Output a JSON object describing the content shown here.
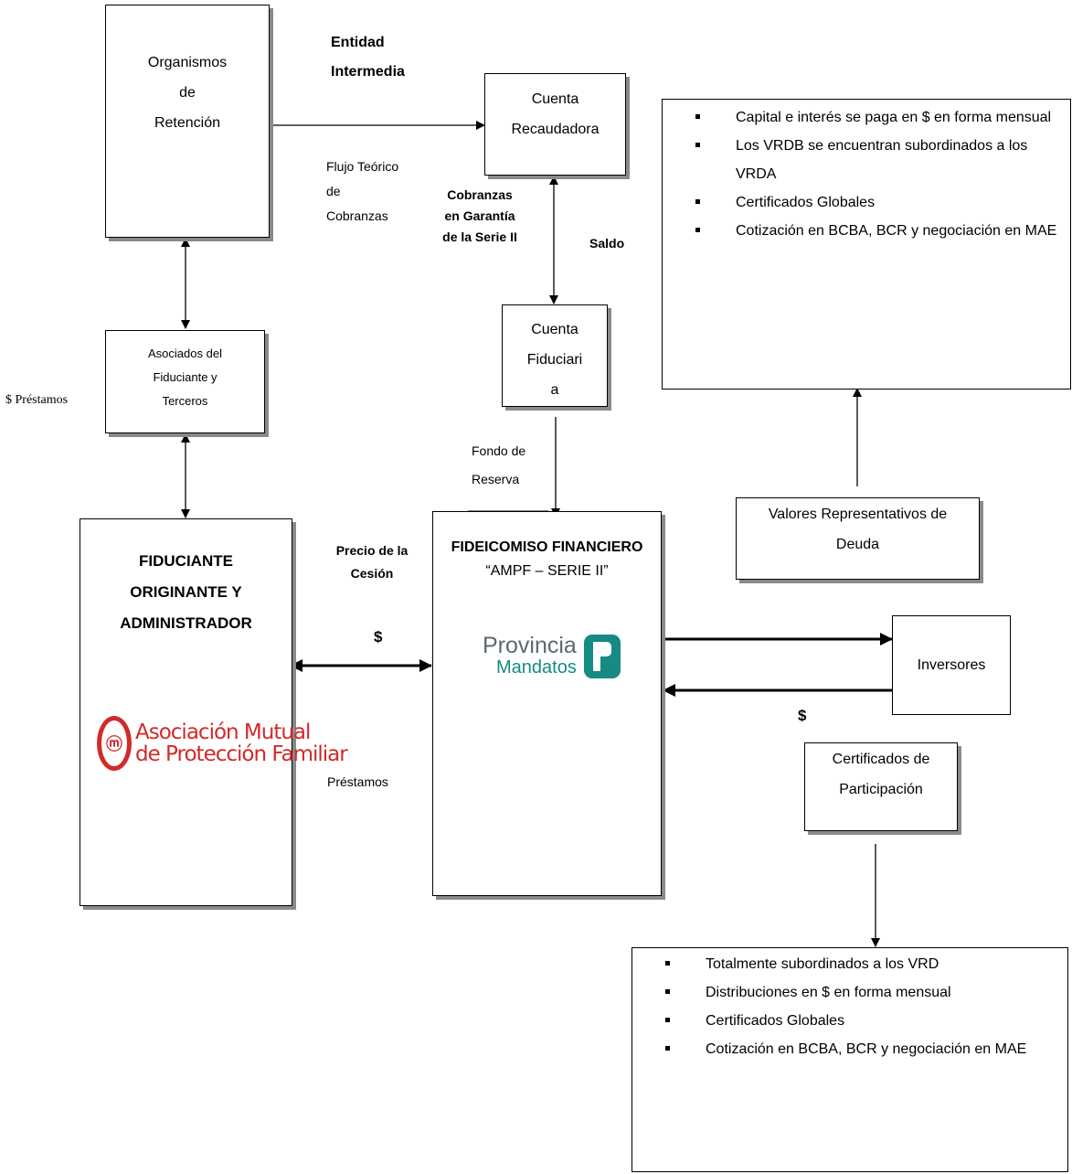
{
  "boxes": {
    "organismos": [
      "Organismos",
      "de",
      "Retención"
    ],
    "cuenta_recaudadora": [
      "Cuenta",
      "Recaudadora"
    ],
    "asociados": [
      "Asociados del",
      "Fiduciante y",
      "Terceros"
    ],
    "cuenta_fiduciaria": [
      "Cuenta",
      "Fiduciari",
      "a"
    ],
    "fiduciante": [
      "FIDUCIANTE",
      "ORIGINANTE Y",
      "ADMINISTRADOR"
    ],
    "fideicomiso_title": "FIDEICOMISO FINANCIERO",
    "fideicomiso_subtitle": "“AMPF – SERIE II”",
    "valores": [
      "Valores Representativos de",
      "Deuda"
    ],
    "inversores": "Inversores",
    "certificados": [
      "Certificados de",
      "Participación"
    ]
  },
  "labels": {
    "entidad": [
      "Entidad",
      "Intermedia"
    ],
    "flujo": [
      "Flujo Teórico",
      "de",
      "Cobranzas"
    ],
    "cobranzas": [
      "Cobranzas",
      "en Garantía",
      "de la Serie II"
    ],
    "saldo": "Saldo",
    "prestamos_left": "$ Préstamos",
    "fondo": [
      "Fondo de",
      "Reserva"
    ],
    "precio": [
      "Precio de la",
      "Cesión"
    ],
    "dollar_mid": "$",
    "prestamos_mid": "Préstamos",
    "dollar_right": "$"
  },
  "vrd_bullets": [
    "Capital e interés se paga en $ en forma mensual",
    "Los VRDB se encuentran subordinados a los VRDA",
    "Certificados Globales",
    "Cotización en BCBA, BCR y negociación en MAE"
  ],
  "cp_bullets": [
    "Totalmente subordinados a los VRD",
    "Distribuciones en $ en forma mensual",
    "Certificados Globales",
    "Cotización en BCBA, BCR y negociación en MAE"
  ],
  "logos": {
    "amp": [
      "Asociación Mutual",
      "de Protección Familiar"
    ],
    "provincia": [
      "Provincia",
      "Mandatos"
    ]
  },
  "colors": {
    "amp_red": "#d12a2a",
    "provincia_teal": "#168a84"
  }
}
